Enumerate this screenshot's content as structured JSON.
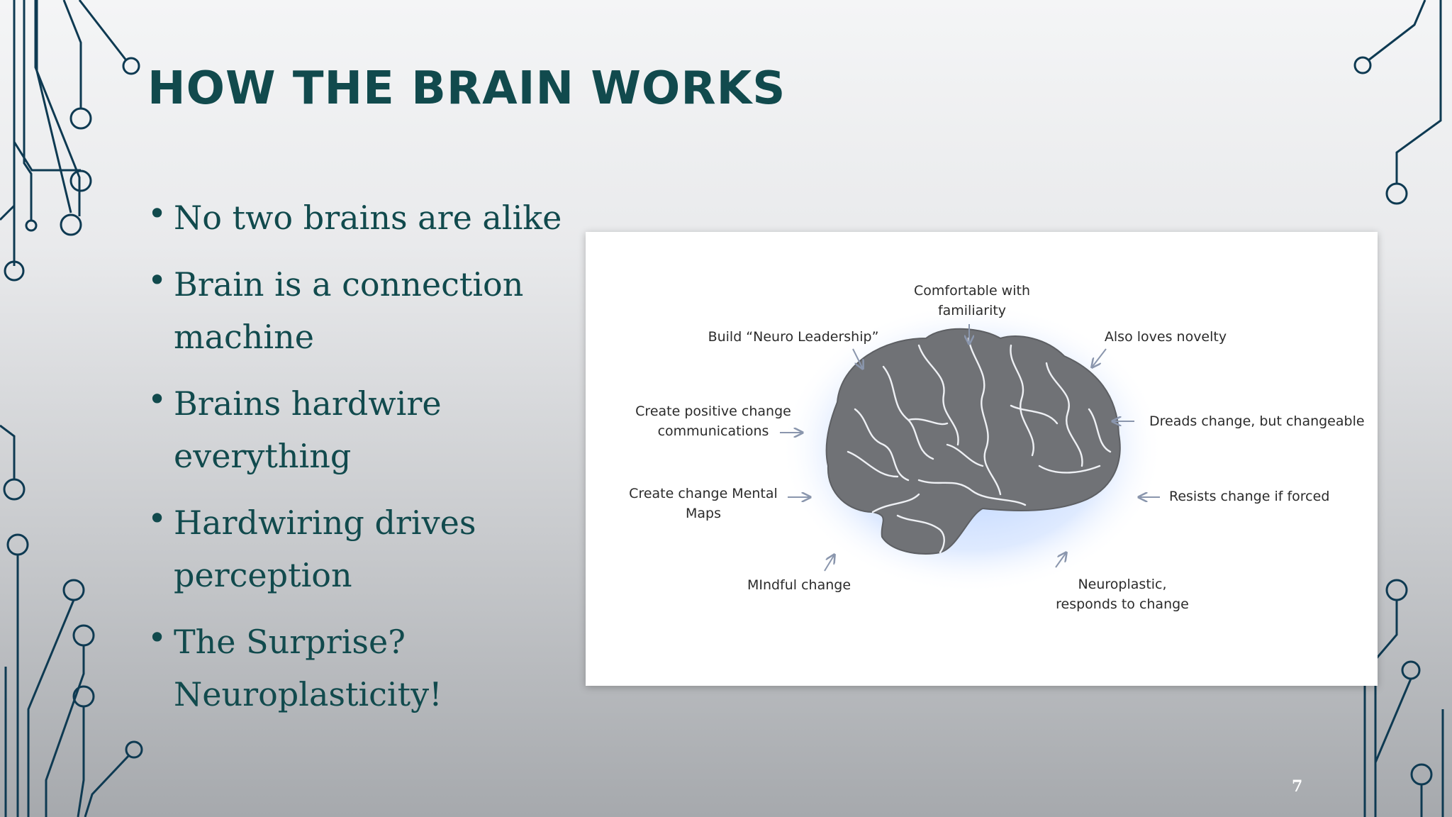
{
  "slide": {
    "title": "HOW THE BRAIN WORKS",
    "bullets": [
      "No two brains are alike",
      "Brain is a connection machine",
      "Brains hardwire everything",
      "Hardwiring drives perception",
      "The Surprise? Neuroplasticity!"
    ],
    "page_number": "7"
  },
  "diagram": {
    "labels": {
      "comfortable_1": "Comfortable with",
      "comfortable_2": "familiarity",
      "neuro_leadership": "Build “Neuro Leadership”",
      "novelty": "Also loves novelty",
      "positive_1": "Create positive change",
      "positive_2": "communications",
      "dreads": "Dreads change, but changeable",
      "mental_1": "Create change Mental",
      "mental_2": "Maps",
      "resists": "Resists change if forced",
      "mindful": "MIndful change",
      "neuroplastic_1": "Neuroplastic,",
      "neuroplastic_2": "responds to change"
    }
  },
  "colors": {
    "title": "#114a4d",
    "circuit": "#0e3a52",
    "brain": "#707276",
    "glow": "#a8c8ff",
    "arrow": "#8a96ad"
  }
}
